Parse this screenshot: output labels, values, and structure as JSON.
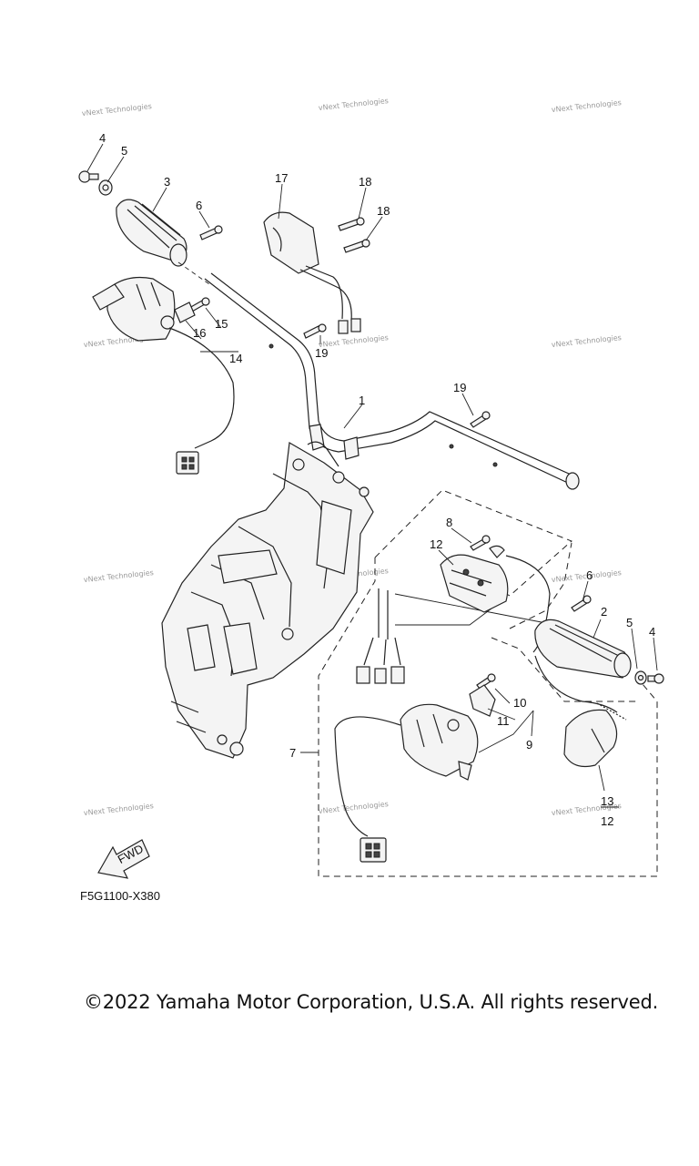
{
  "watermark": "vNext Technologies",
  "callouts": {
    "c1": "1",
    "c2": "2",
    "c3": "3",
    "c4a": "4",
    "c4b": "4",
    "c5a": "5",
    "c5b": "5",
    "c6a": "6",
    "c6b": "6",
    "c7": "7",
    "c8": "8",
    "c9": "9",
    "c10": "10",
    "c11": "11",
    "c12a": "12",
    "c12b": "12",
    "c13": "13",
    "c14": "14",
    "c15": "15",
    "c16": "16",
    "c17": "17",
    "c18a": "18",
    "c18b": "18",
    "c19a": "19",
    "c19b": "19"
  },
  "fwd_label": "FWD",
  "figure_ref": "F5G1100-X380",
  "copyright": "©2022 Yamaha Motor Corporation, U.S.A. All rights reserved."
}
